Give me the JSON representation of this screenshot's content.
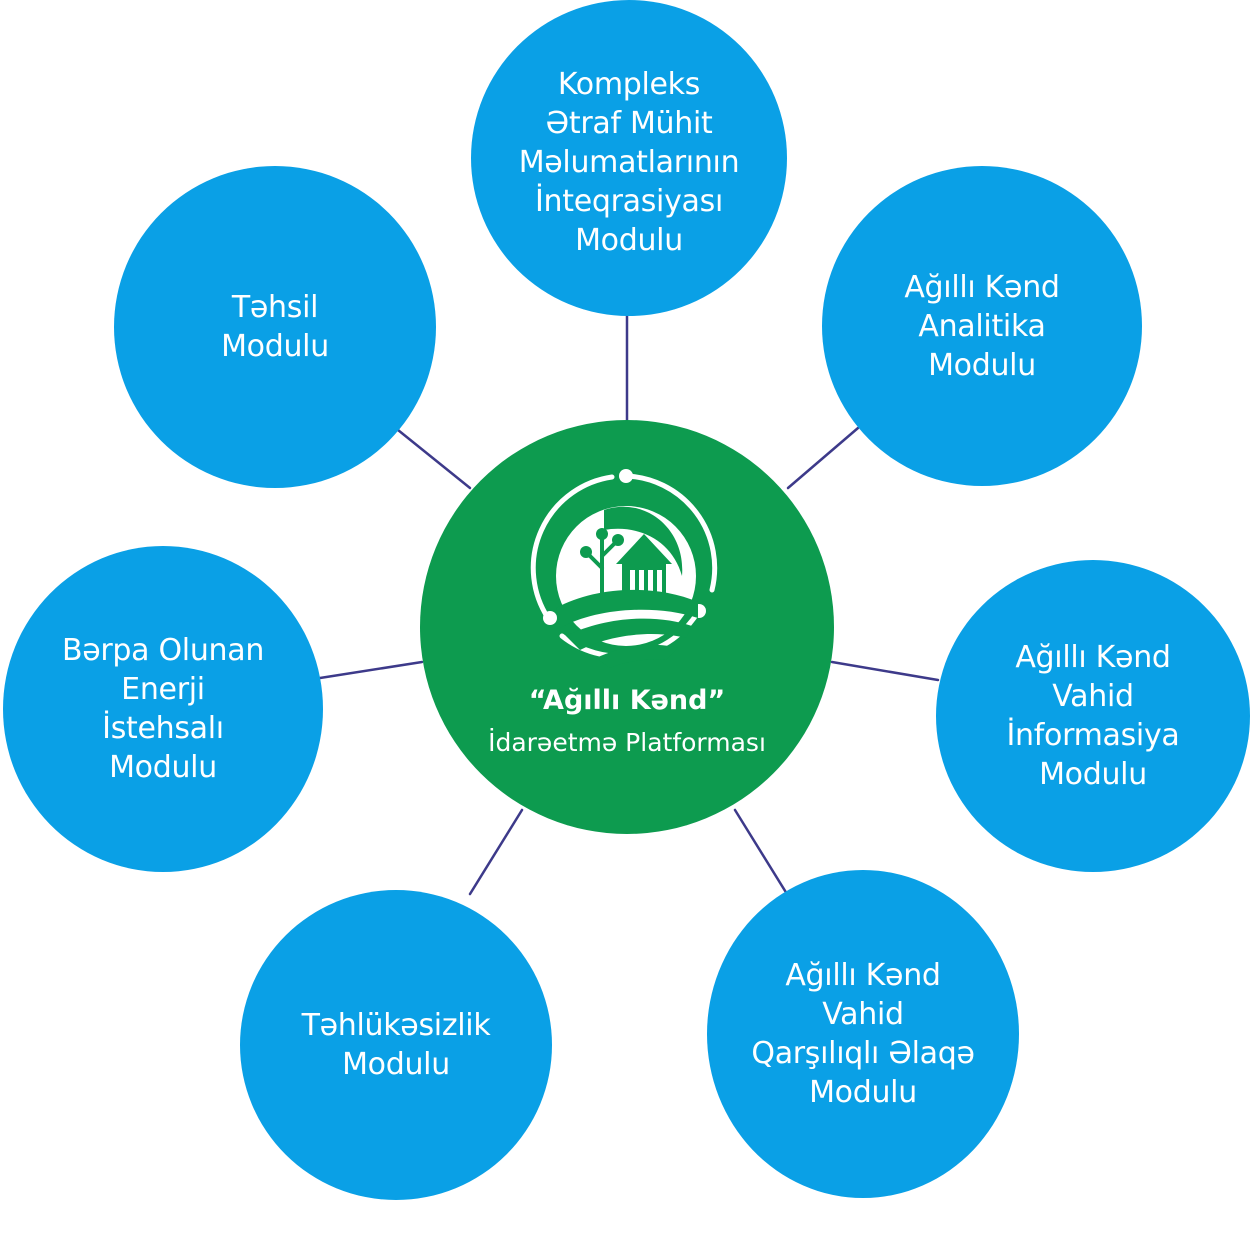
{
  "colors": {
    "module_fill": "#0aa0e6",
    "hub_fill": "#0d9b4f",
    "connector": "#3d3a8a",
    "text": "#ffffff"
  },
  "hub": {
    "logo_icon": "smart-village-logo",
    "title": "“Ağıllı Kənd”",
    "subtitle": "İdarəetmə Platforması"
  },
  "modules": [
    {
      "label": "Kompleks\nƏtraf Mühit\nMəlumatlarının\nİnteqrasiyası\nModulu"
    },
    {
      "label": "Ağıllı Kənd\nAnalitika\nModulu"
    },
    {
      "label": "Ağıllı Kənd\nVahid\nİnformasiya\nModulu"
    },
    {
      "label": "Ağıllı Kənd\nVahid\nQarşılıqlı Əlaqə\nModulu"
    },
    {
      "label": "Təhlükəsizlik\nModulu"
    },
    {
      "label": "Bərpa Olunan\nEnerji\nİstehsalı\nModulu"
    },
    {
      "label": "Təhsil\nModulu"
    }
  ]
}
